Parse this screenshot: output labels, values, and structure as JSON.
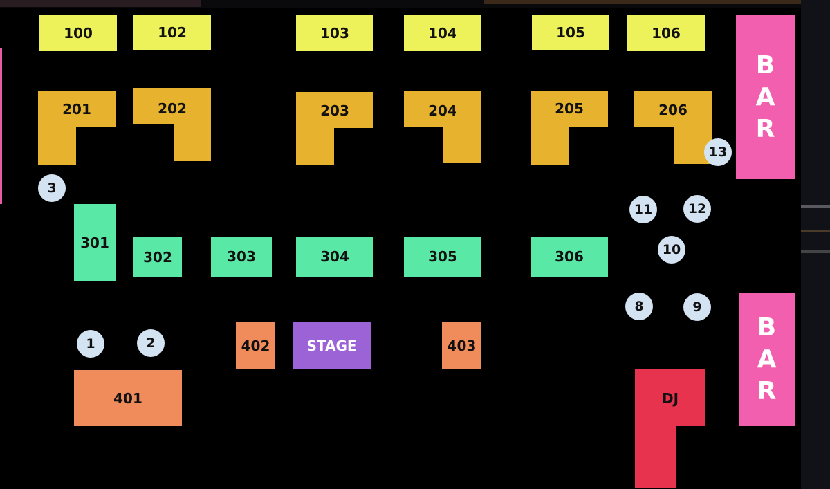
{
  "colors": {
    "row100": "#eef25a",
    "row200": "#e7b22e",
    "row300": "#5ae8a6",
    "row400": "#f08c5c",
    "stage": "#9b63d6",
    "dj": "#e8334e",
    "bar": "#f25fae",
    "standing": "#d4e3f2",
    "background": "#000000"
  },
  "row100": [
    "100",
    "102",
    "103",
    "104",
    "105",
    "106"
  ],
  "row200": [
    "201",
    "202",
    "203",
    "204",
    "205",
    "206"
  ],
  "row300": [
    "301",
    "302",
    "303",
    "304",
    "305",
    "306"
  ],
  "row400": [
    "401",
    "402",
    "403"
  ],
  "stage": "STAGE",
  "dj": "DJ",
  "bar_top": [
    "B",
    "A",
    "R"
  ],
  "bar_bottom": [
    "B",
    "A",
    "R"
  ],
  "standing": [
    "1",
    "2",
    "3",
    "8",
    "9",
    "10",
    "11",
    "12",
    "13"
  ]
}
